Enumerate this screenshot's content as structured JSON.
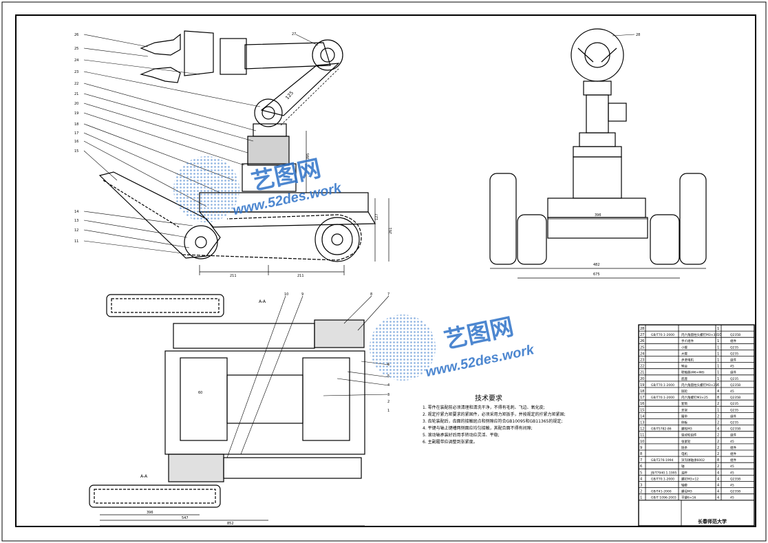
{
  "watermark": {
    "brand": "艺图网",
    "url": "www.52des.work",
    "color": "#2f73c8"
  },
  "callouts": {
    "front": [
      "26",
      "25",
      "24",
      "23",
      "22",
      "21",
      "20",
      "19",
      "18",
      "17",
      "16",
      "15",
      "14",
      "13",
      "12",
      "11",
      "27"
    ],
    "side": [
      "28"
    ],
    "top": [
      "10",
      "9",
      "8",
      "7",
      "6",
      "5",
      "4",
      "3",
      "2",
      "1"
    ]
  },
  "dimensions": {
    "arm_angle": "125",
    "height_mid": "395",
    "height_right_a": "127",
    "height_right_b": "261",
    "base_left": "211",
    "base_right": "211",
    "side_inner": "396",
    "side_mid": "482",
    "side_outer": "675",
    "top_dim_a": "396",
    "top_dim_b": "547",
    "top_dim_c": "852",
    "top_small": "60",
    "section_label": "A-A"
  },
  "notes": {
    "title": "技术要求",
    "items": [
      "1. 零件在装配前必须清理和清洗干净，不得有毛刺、飞边、氧化皮;",
      "2. 规定拧紧力矩要求的紧固件，必须采用力矩扳手，并按规定的拧紧力矩紧固;",
      "3. 齿轮装配后，齿面的接触斑点和侧隙应符合GB10095和GB11365的规定;",
      "4. 平键与轴上键槽两侧面应均匀接触，其配合面不得有间隙;",
      "5. 滚动轴承装好后用手转动应灵活、平稳;",
      "6. 主副履带应调整到张紧度。"
    ]
  },
  "bom": {
    "rows": [
      {
        "no": "28",
        "code": "",
        "name": "",
        "qty": "1",
        "mat": ""
      },
      {
        "no": "27",
        "code": "GB/T70.1-2000",
        "name": "内六角圆柱头螺钉M3×30",
        "qty": "10",
        "mat": "Q235B"
      },
      {
        "no": "26",
        "code": "",
        "name": "手爪组件",
        "qty": "1",
        "mat": "组件"
      },
      {
        "no": "25",
        "code": "",
        "name": "小臂",
        "qty": "1",
        "mat": "Q235"
      },
      {
        "no": "24",
        "code": "",
        "name": "大臂",
        "qty": "1",
        "mat": "Q235"
      },
      {
        "no": "23",
        "code": "",
        "name": "步进电机",
        "qty": "1",
        "mat": "组件"
      },
      {
        "no": "22",
        "code": "",
        "name": "转台",
        "qty": "1",
        "mat": "45"
      },
      {
        "no": "21",
        "code": "",
        "name": "联轴器(Φ6×Φ8)",
        "qty": "1",
        "mat": "组件"
      },
      {
        "no": "20",
        "code": "",
        "name": "底座",
        "qty": "1",
        "mat": "Q235"
      },
      {
        "no": "19",
        "code": "GB/T70.1-2000",
        "name": "内六角圆柱头螺钉M3×25",
        "qty": "6",
        "mat": "Q235B"
      },
      {
        "no": "18",
        "code": "",
        "name": "链轮",
        "qty": "4",
        "mat": "45"
      },
      {
        "no": "17",
        "code": "GB/T70.1-2000",
        "name": "内六角螺钉M3×25",
        "qty": "8",
        "mat": "Q235B"
      },
      {
        "no": "16",
        "code": "",
        "name": "套筒",
        "qty": "2",
        "mat": "Q235"
      },
      {
        "no": "15",
        "code": "",
        "name": "支架",
        "qty": "1",
        "mat": "Q235"
      },
      {
        "no": "14",
        "code": "",
        "name": "履带",
        "qty": "2",
        "mat": "组件"
      },
      {
        "no": "13",
        "code": "",
        "name": "侧板",
        "qty": "2",
        "mat": "Q235"
      },
      {
        "no": "12",
        "code": "GB/T5782-86",
        "name": "螺栓M3",
        "qty": "4",
        "mat": "Q235B"
      },
      {
        "no": "11",
        "code": "",
        "name": "驱动轮组件",
        "qty": "2",
        "mat": "组件"
      },
      {
        "no": "10",
        "code": "",
        "name": "张紧轮",
        "qty": "2",
        "mat": "45"
      },
      {
        "no": "9",
        "code": "",
        "name": "链条",
        "qty": "2",
        "mat": "组件"
      },
      {
        "no": "8",
        "code": "",
        "name": "电机",
        "qty": "2",
        "mat": "组件"
      },
      {
        "no": "7",
        "code": "GB/T276-1994",
        "name": "深沟球轴承6002",
        "qty": "8",
        "mat": "组件"
      },
      {
        "no": "6",
        "code": "",
        "name": "轴",
        "qty": "2",
        "mat": "45"
      },
      {
        "no": "5",
        "code": "JB/T7940.1-1995",
        "name": "油杯",
        "qty": "4",
        "mat": "45"
      },
      {
        "no": "4",
        "code": "GB/T70.1-2000",
        "name": "螺钉M3×12",
        "qty": "4",
        "mat": "Q235B"
      },
      {
        "no": "3",
        "code": "",
        "name": "轴套",
        "qty": "4",
        "mat": "45"
      },
      {
        "no": "2",
        "code": "GB/T41-2000",
        "name": "螺母M3",
        "qty": "4",
        "mat": "Q235B"
      },
      {
        "no": "1",
        "code": "GB/T 1096-2003",
        "name": "平键6×16",
        "qty": "4",
        "mat": "45"
      }
    ],
    "school": "长春师范大学"
  }
}
